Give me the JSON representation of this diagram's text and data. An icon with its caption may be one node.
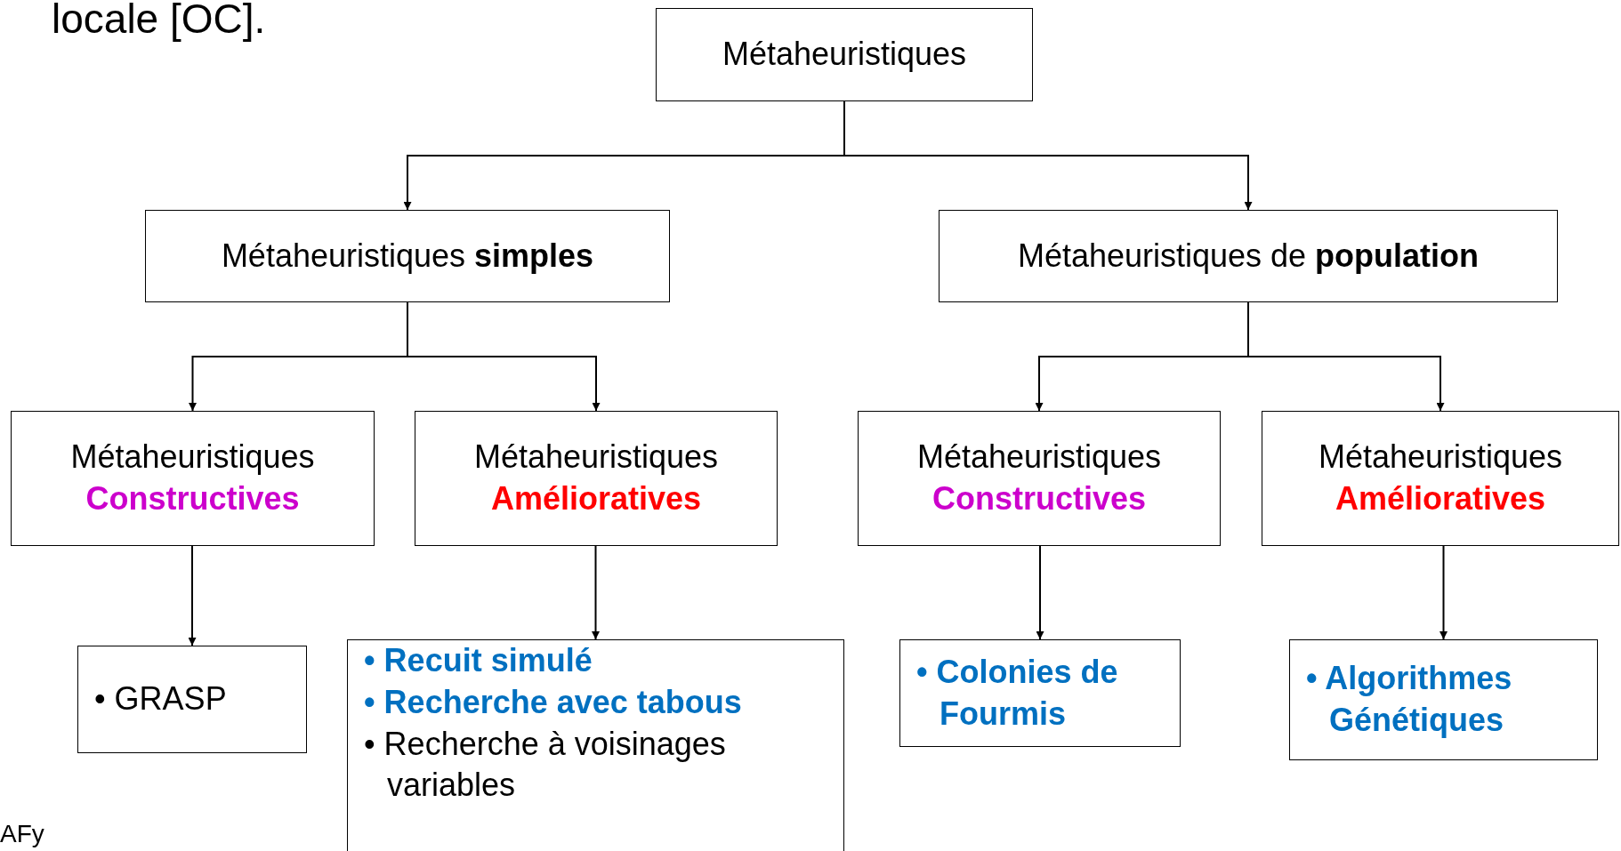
{
  "diagram": {
    "nodes": [
      {
        "text": [
          "Métaheuristiques"
        ]
      },
      {
        "text": [
          "Métaheuristiques **simples**"
        ]
      },
      {
        "text": [
          "Métaheuristiques de **population**"
        ]
      },
      {
        "text": [
          "Métaheuristiques",
          "Constructives"
        ]
      },
      {
        "text": [
          "Métaheuristiques",
          "Amélioratives"
        ]
      },
      {
        "text": [
          "Métaheuristiques",
          "Constructives"
        ]
      },
      {
        "text": [
          "Métaheuristiques",
          "Amélioratives"
        ]
      },
      {
        "text": [
          "• GRASP"
        ]
      },
      {
        "text": [
          "• **Recuit simulé**",
          "• **Recherche avec tabous**",
          "• Recherche à voisinages variables"
        ]
      },
      {
        "text": [
          "• Colonies de Fourmis"
        ]
      },
      {
        "text": [
          "• Algorithmes Génétiques"
        ]
      }
    ],
    "edges": [
      {
        "from": 0,
        "to": 1,
        "arrow": "to"
      },
      {
        "from": 0,
        "to": 2,
        "arrow": "to"
      },
      {
        "from": 1,
        "to": 3,
        "arrow": "to"
      },
      {
        "from": 1,
        "to": 4,
        "arrow": "to"
      },
      {
        "from": 2,
        "to": 5,
        "arrow": "to"
      },
      {
        "from": 2,
        "to": 6,
        "arrow": "to"
      },
      {
        "from": 3,
        "to": 7,
        "arrow": "to"
      },
      {
        "from": 4,
        "to": 8,
        "arrow": "to"
      },
      {
        "from": 5,
        "to": 9,
        "arrow": "to"
      },
      {
        "from": 6,
        "to": 10,
        "arrow": "to"
      }
    ],
    "labels": [
      "locale [OC].",
      "AFy"
    ]
  }
}
